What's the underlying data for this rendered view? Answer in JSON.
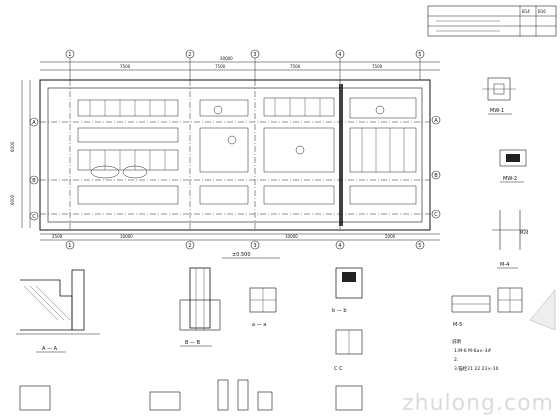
{
  "plan": {
    "axes_top": [
      "1",
      "2",
      "3",
      "4",
      "5"
    ],
    "axes_bottom": [
      "1",
      "2",
      "3",
      "4",
      "5"
    ],
    "axes_left": [
      "A",
      "B",
      "C"
    ],
    "axes_right": [
      "A",
      "B",
      "C"
    ],
    "total_dim_top": "30000",
    "dims_top": [
      "7500",
      "7500",
      "7500",
      "7500"
    ],
    "dims_bottom": [
      "2500",
      "10000",
      "10000",
      "5000"
    ],
    "side_dims": [
      "6000",
      "6000"
    ],
    "plan_caption": "±0.500"
  },
  "details": {
    "mw1": "MW-1",
    "mw2": "MW-2",
    "m4": "M-4",
    "m5": "M-5",
    "section_aa": "A — A",
    "section_bb": "B — B",
    "section_bb_small": "b — b",
    "section_cc": "C   C",
    "section_aa_small": "a — a",
    "m24": "M24"
  },
  "notes": {
    "heading": "说明",
    "line1": "1.M-6  M-6a×-3#",
    "line2": "2.",
    "line3": "3.锚栓21  22  23×-10"
  },
  "title_block": {
    "cell1": "B14",
    "cell2": "B16"
  },
  "watermark": "zhulong.com"
}
